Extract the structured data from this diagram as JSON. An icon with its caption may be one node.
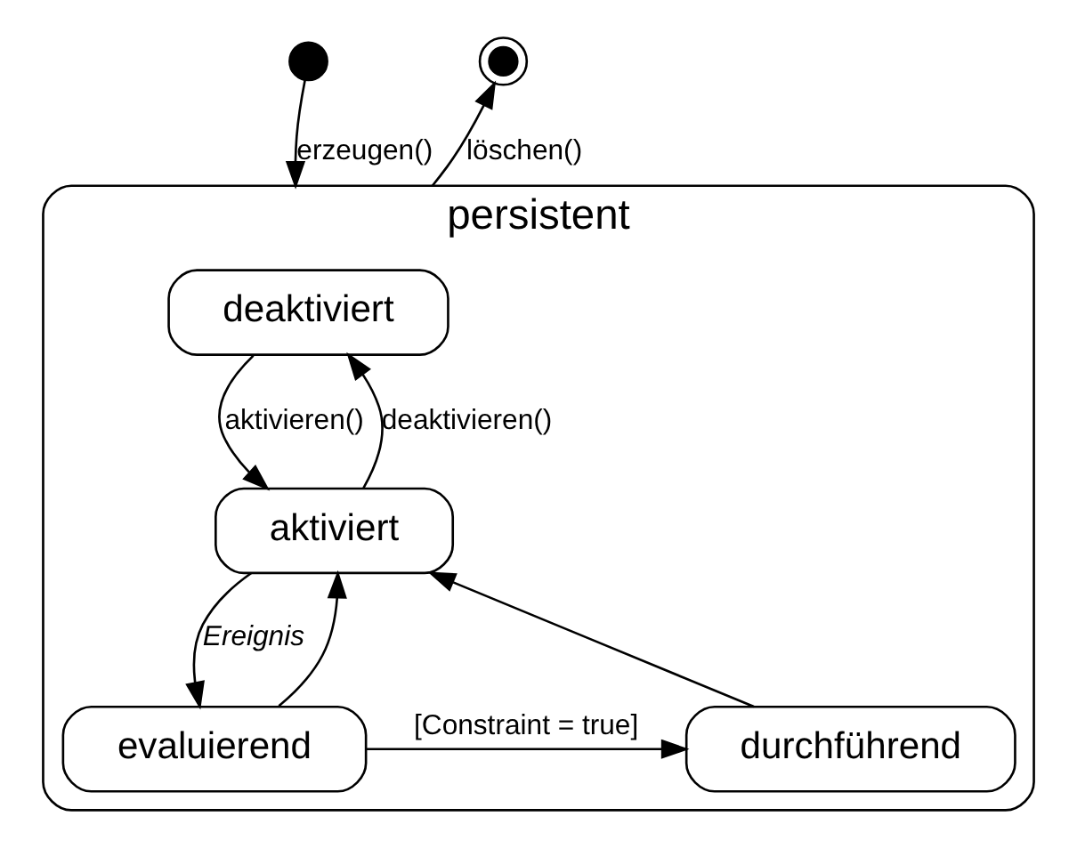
{
  "diagram": {
    "nodes": [
      {
        "text": [],
        "shape": "circle"
      },
      {
        "text": [],
        "shape": "circle"
      },
      {
        "text": [
          "persistent"
        ]
      },
      {
        "text": [
          "deaktiviert"
        ],
        "in": 2
      },
      {
        "text": [
          "aktiviert"
        ],
        "in": 2
      },
      {
        "text": [
          "evaluierend"
        ],
        "in": 2
      },
      {
        "text": [
          "durchführend"
        ],
        "in": 2
      }
    ],
    "edges": [
      {
        "from": 0,
        "to": 2,
        "arrow": "to",
        "label": "erzeugen()"
      },
      {
        "from": 2,
        "to": 1,
        "arrow": "to",
        "label": "löschen()"
      },
      {
        "from": 3,
        "to": 4,
        "arrow": "to",
        "label": "aktivieren()"
      },
      {
        "from": 4,
        "to": 3,
        "arrow": "to",
        "label": "deaktivieren()"
      },
      {
        "from": 4,
        "to": 5,
        "arrow": "to",
        "label": "Ereignis"
      },
      {
        "from": 5,
        "to": 4,
        "arrow": "to"
      },
      {
        "from": 5,
        "to": 6,
        "arrow": "to",
        "label": "[Constraint = true]"
      },
      {
        "from": 6,
        "to": 4,
        "arrow": "to"
      }
    ]
  }
}
